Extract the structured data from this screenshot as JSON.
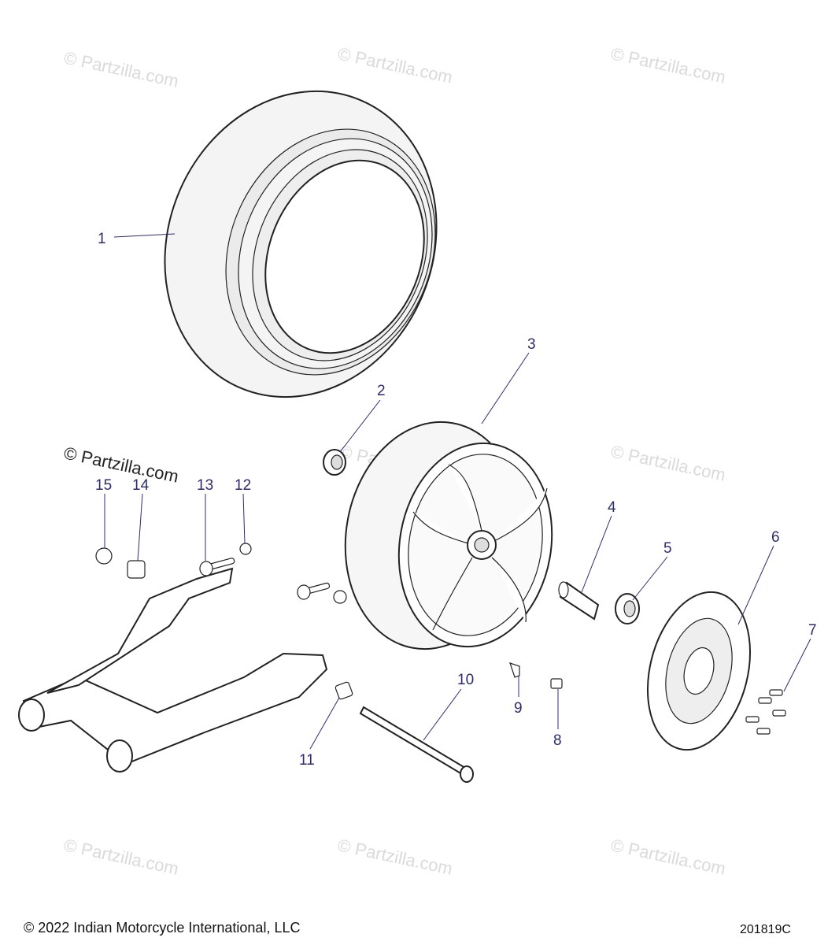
{
  "watermark": {
    "text": "© Partzilla.com"
  },
  "callouts": [
    {
      "num": "1"
    },
    {
      "num": "2"
    },
    {
      "num": "3"
    },
    {
      "num": "4"
    },
    {
      "num": "5"
    },
    {
      "num": "6"
    },
    {
      "num": "7"
    },
    {
      "num": "8"
    },
    {
      "num": "9"
    },
    {
      "num": "10"
    },
    {
      "num": "11"
    },
    {
      "num": "12"
    },
    {
      "num": "13"
    },
    {
      "num": "14"
    },
    {
      "num": "15"
    }
  ],
  "footer": {
    "copyright": "© 2022 Indian Motorcycle International, LLC",
    "drawing_id": "201819C"
  }
}
